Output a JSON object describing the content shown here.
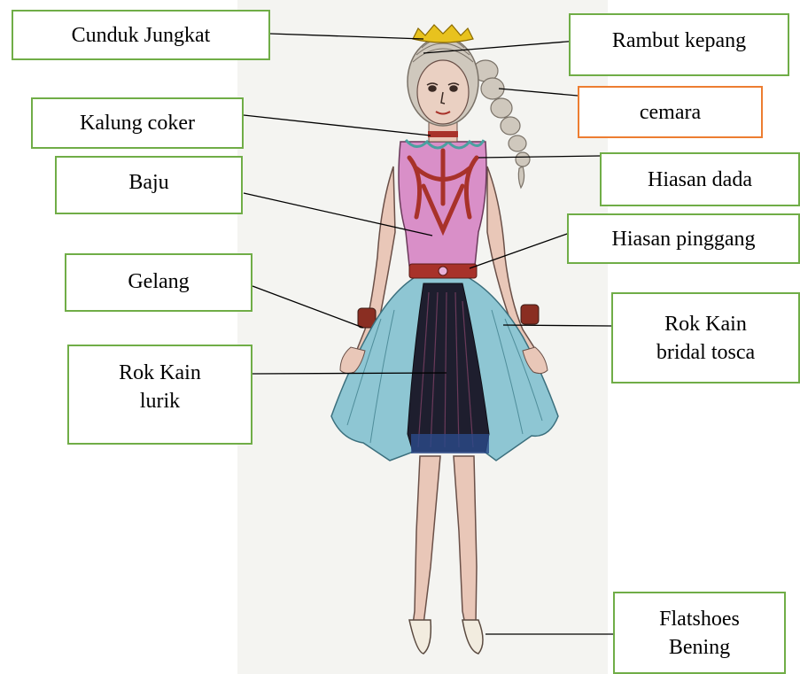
{
  "labels": {
    "cunduk_jungkat": "Cunduk Jungkat",
    "rambut_kepang": "Rambut kepang",
    "cemara": "cemara",
    "kalung_coker": "Kalung coker",
    "baju": "Baju",
    "hiasan_dada": "Hiasan dada",
    "hiasan_pinggang": "Hiasan pinggang",
    "gelang": "Gelang",
    "rok_bridal_line1": "Rok Kain",
    "rok_bridal_line2": "bridal tosca",
    "rok_lurik_line1": "Rok Kain",
    "rok_lurik_line2": "lurik",
    "flatshoes_line1": "Flatshoes",
    "flatshoes_line2": "Bening"
  },
  "colors": {
    "box_border": "#70ad47",
    "box_border_highlight": "#ed7d31",
    "leader_line": "#000000",
    "skirt_tosca": "#8ec6d3",
    "bodice_pink": "#d98fc8",
    "chest_ornament": "#a8322a",
    "lurik_dark": "#1e1e2e",
    "crown_gold": "#e8c21e",
    "skin": "#e9c7b8",
    "hair": "#cfc8bd"
  }
}
